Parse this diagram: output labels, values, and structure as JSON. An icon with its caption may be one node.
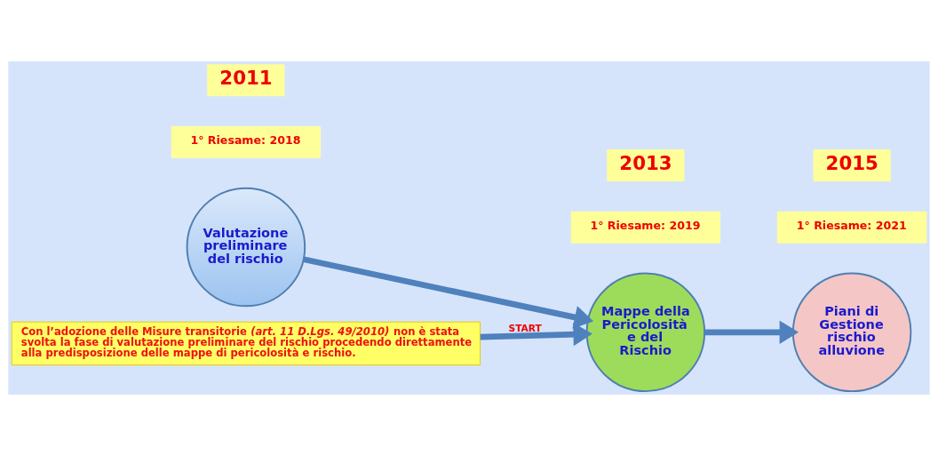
{
  "diagram": {
    "nodes": [
      {
        "text": [
          "2011"
        ]
      },
      {
        "text": [
          "1° Riesame: 2018"
        ]
      },
      {
        "text": [
          "Valutazione preliminare del rischio"
        ]
      },
      {
        "text": [
          "2013"
        ]
      },
      {
        "text": [
          "1° Riesame: 2019"
        ]
      },
      {
        "text": [
          "Mappe della Pericolosità e del Rischio"
        ]
      },
      {
        "text": [
          "2015"
        ]
      },
      {
        "text": [
          "1° Riesame: 2021"
        ]
      },
      {
        "text": [
          "Piani di Gestione rischio alluvione"
        ]
      },
      {
        "text": [
          "Con l’adozione delle Misure transitorie *(art. 11 D.Lgs. 49/2010)* non è stata svolta la fase di valutazione preliminare del rischio procedendo direttamente alla predisposizione delle mappe di pericolosità e rischio."
        ]
      }
    ],
    "edges": [
      {
        "from": 2,
        "to": 5,
        "arrow": "to"
      },
      {
        "from": 5,
        "to": 8,
        "arrow": "to"
      },
      {
        "from": 9,
        "to": 5,
        "arrow": "to",
        "label": "START"
      }
    ]
  }
}
